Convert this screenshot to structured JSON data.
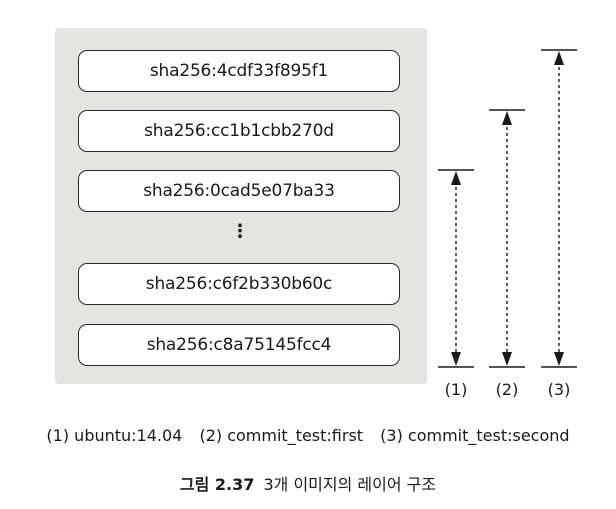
{
  "layers": [
    "sha256:4cdf33f895f1",
    "sha256:cc1b1cbb270d",
    "sha256:0cad5e07ba33",
    "sha256:c6f2b330b60c",
    "sha256:c8a75145fcc4"
  ],
  "ellipsis": "⋮",
  "arrows": [
    {
      "label": "(1)"
    },
    {
      "label": "(2)"
    },
    {
      "label": "(3)"
    }
  ],
  "legend": [
    "(1) ubuntu:14.04",
    "(2) commit_test:first",
    "(3) commit_test:second"
  ],
  "caption": {
    "number": "그림 2.37",
    "text": "3개 이미지의 레이어 구조"
  },
  "colors": {
    "panel_background": "#e4e4e2",
    "box_border": "#2a2a2a",
    "arrow": "#1a1a1a"
  }
}
